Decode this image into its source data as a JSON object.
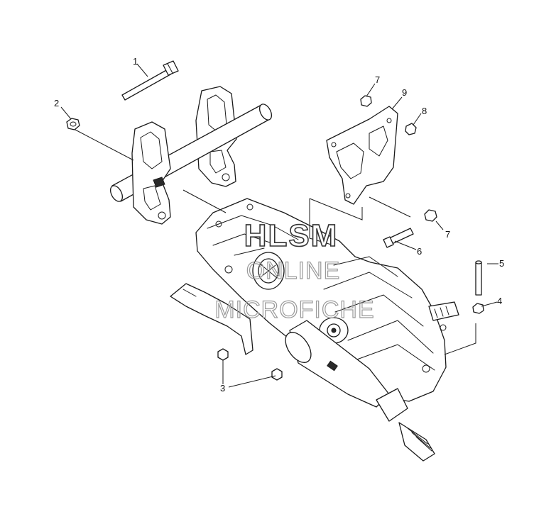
{
  "callouts": {
    "c1": "1",
    "c2": "2",
    "c3": "3",
    "c4": "4",
    "c5": "5",
    "c6": "6",
    "c7a": "7",
    "c7b": "7",
    "c8": "8",
    "c9": "9"
  },
  "watermark": {
    "line1": "HLSM",
    "line2": "ONLINE",
    "line3": "MICROFICHE"
  }
}
